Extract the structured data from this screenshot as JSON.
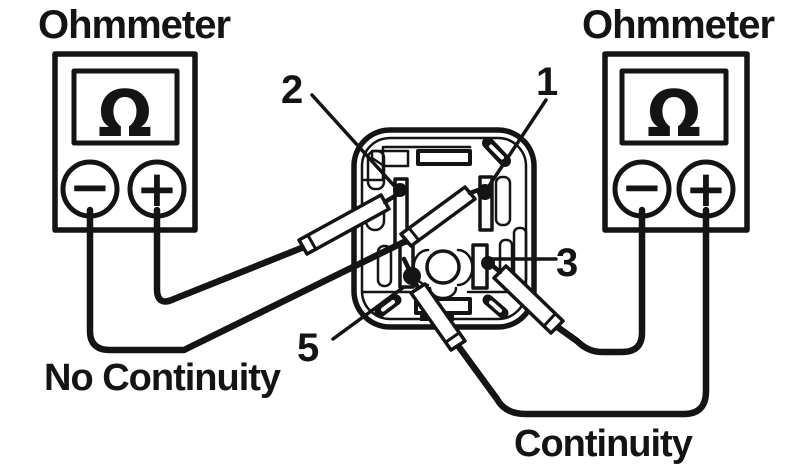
{
  "figure": {
    "meters": {
      "left": {
        "title": "Ohmmeter",
        "display_symbol": "Ω",
        "negative_symbol": "−",
        "positive_symbol": "+",
        "result": "No Continuity"
      },
      "right": {
        "title": "Ohmmeter",
        "display_symbol": "Ω",
        "negative_symbol": "−",
        "positive_symbol": "+",
        "result": "Continuity"
      }
    },
    "connector": {
      "pins": [
        {
          "number": "1"
        },
        {
          "number": "2"
        },
        {
          "number": "3"
        },
        {
          "number": "5"
        }
      ]
    },
    "colors": {
      "ink": "#141414",
      "paper": "#ffffff"
    }
  }
}
